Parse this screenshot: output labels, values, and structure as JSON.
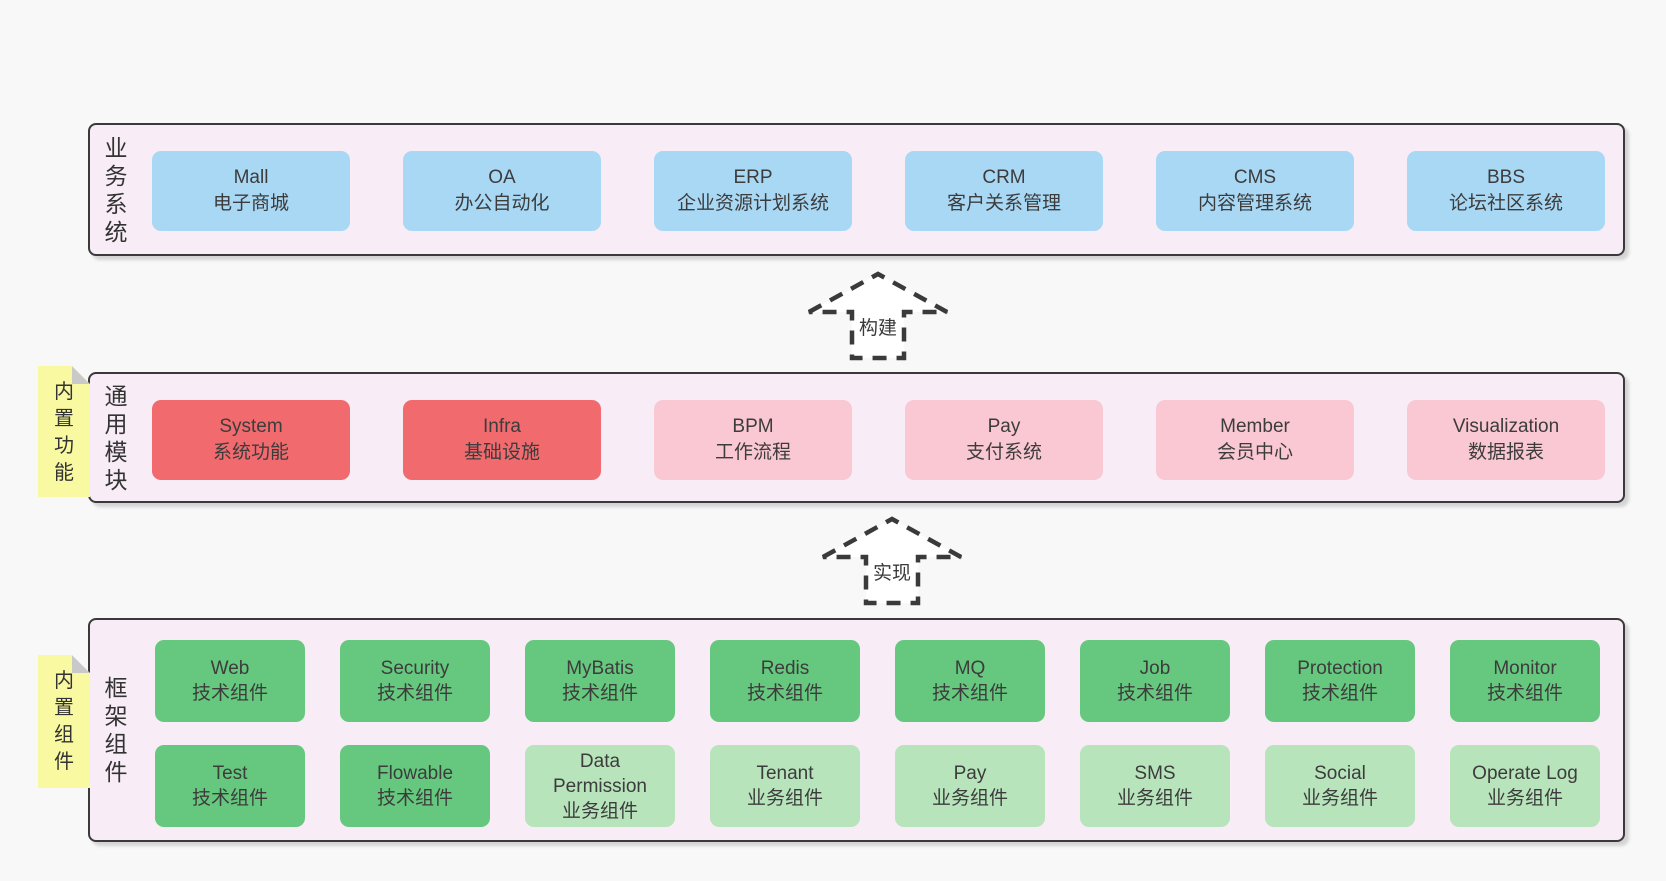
{
  "page": {
    "background": "#f8f8f8"
  },
  "palette": {
    "band_fill": "#f8edf6",
    "band_border": "#3a3a3a",
    "blue": "#a9d8f5",
    "red": "#f16b6e",
    "pink": "#fac8d2",
    "green": "#66c87e",
    "light_green": "#b8e4bc",
    "sticky_yellow": "#f9f9a2",
    "fold_gray": "#c9c9c9",
    "text": "#3c3c3c"
  },
  "layers": [
    {
      "label": "业务系统",
      "boxes": [
        {
          "name": "Mall",
          "desc": "电子商城",
          "variant": "blue"
        },
        {
          "name": "OA",
          "desc": "办公自动化",
          "variant": "blue"
        },
        {
          "name": "ERP",
          "desc": "企业资源计划系统",
          "variant": "blue"
        },
        {
          "name": "CRM",
          "desc": "客户关系管理",
          "variant": "blue"
        },
        {
          "name": "CMS",
          "desc": "内容管理系统",
          "variant": "blue"
        },
        {
          "name": "BBS",
          "desc": "论坛社区系统",
          "variant": "blue"
        }
      ]
    },
    {
      "label": "通用模块",
      "sticky": "内置功能",
      "boxes": [
        {
          "name": "System",
          "desc": "系统功能",
          "variant": "red"
        },
        {
          "name": "Infra",
          "desc": "基础设施",
          "variant": "red"
        },
        {
          "name": "BPM",
          "desc": "工作流程",
          "variant": "pink"
        },
        {
          "name": "Pay",
          "desc": "支付系统",
          "variant": "pink"
        },
        {
          "name": "Member",
          "desc": "会员中心",
          "variant": "pink"
        },
        {
          "name": "Visualization",
          "desc": "数据报表",
          "variant": "pink"
        }
      ]
    },
    {
      "label": "框架组件",
      "sticky": "内置组件",
      "rows": [
        [
          {
            "name": "Web",
            "desc": "技术组件",
            "variant": "green"
          },
          {
            "name": "Security",
            "desc": "技术组件",
            "variant": "green"
          },
          {
            "name": "MyBatis",
            "desc": "技术组件",
            "variant": "green"
          },
          {
            "name": "Redis",
            "desc": "技术组件",
            "variant": "green"
          },
          {
            "name": "MQ",
            "desc": "技术组件",
            "variant": "green"
          },
          {
            "name": "Job",
            "desc": "技术组件",
            "variant": "green"
          },
          {
            "name": "Protection",
            "desc": "技术组件",
            "variant": "green"
          },
          {
            "name": "Monitor",
            "desc": "技术组件",
            "variant": "green"
          }
        ],
        [
          {
            "name": "Test",
            "desc": "技术组件",
            "variant": "green"
          },
          {
            "name": "Flowable",
            "desc": "技术组件",
            "variant": "green"
          },
          {
            "name": "Data Permission",
            "desc": "业务组件",
            "variant": "lgreen"
          },
          {
            "name": "Tenant",
            "desc": "业务组件",
            "variant": "lgreen"
          },
          {
            "name": "Pay",
            "desc": "业务组件",
            "variant": "lgreen"
          },
          {
            "name": "SMS",
            "desc": "业务组件",
            "variant": "lgreen"
          },
          {
            "name": "Social",
            "desc": "业务组件",
            "variant": "lgreen"
          },
          {
            "name": "Operate Log",
            "desc": "业务组件",
            "variant": "lgreen"
          }
        ]
      ]
    }
  ],
  "arrows": [
    {
      "label": "构建"
    },
    {
      "label": "实现"
    }
  ]
}
